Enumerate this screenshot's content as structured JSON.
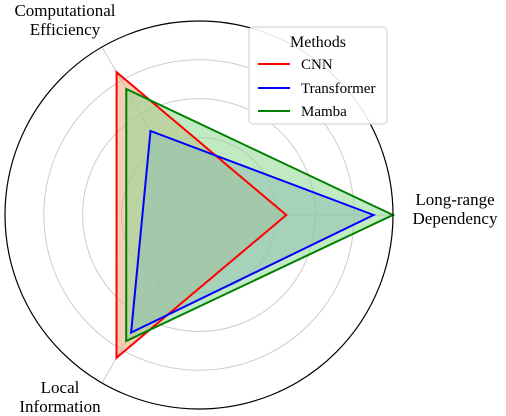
{
  "chart_data": {
    "type": "radar",
    "axes": [
      {
        "name": "Long-range Dependency",
        "lines": [
          "Long-range",
          "Dependency"
        ]
      },
      {
        "name": "Computational Efficiency",
        "lines": [
          "Computational",
          "Efficiency"
        ]
      },
      {
        "name": "Local Information",
        "lines": [
          "Local",
          "Information"
        ]
      }
    ],
    "rlim": [
      0,
      1
    ],
    "grid_levels": [
      0.2,
      0.4,
      0.6,
      0.8,
      1.0
    ],
    "grid": true,
    "legend": {
      "title": "Methods",
      "position": "top-right"
    },
    "series": [
      {
        "name": "CNN",
        "color": "#ff0000",
        "fill": "#e8a77a",
        "values": [
          0.45,
          0.85,
          0.85
        ]
      },
      {
        "name": "Transformer",
        "color": "#0000ff",
        "fill": "#8ea0d8",
        "values": [
          0.9,
          0.5,
          0.7
        ]
      },
      {
        "name": "Mamba",
        "color": "#008000",
        "fill": "#90d890",
        "values": [
          1.0,
          0.75,
          0.75
        ]
      }
    ]
  }
}
